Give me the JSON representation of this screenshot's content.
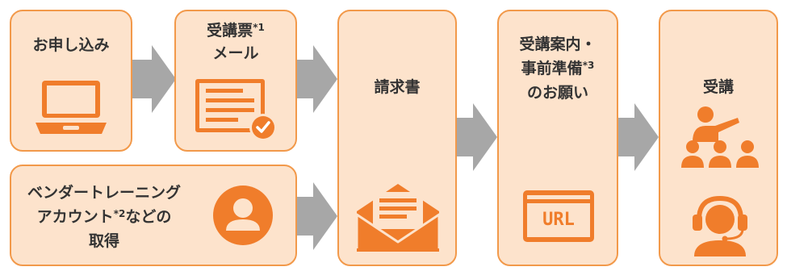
{
  "flow": {
    "step_apply": {
      "label": "お申し込み"
    },
    "step_mail": {
      "label": "受講票",
      "note": "*1",
      "label2": "メール"
    },
    "step_account": {
      "line1": "ベンダートレーニング",
      "line2_pre": "アカウント",
      "note": "*2",
      "line2_post": "などの",
      "line3": "取得"
    },
    "step_invoice": {
      "label": "請求書"
    },
    "step_guide": {
      "line1": "受講案内・",
      "line2_pre": "事前準備",
      "note": "*3",
      "line3": "のお願い",
      "url_text": "URL"
    },
    "step_attend": {
      "label": "受講"
    }
  },
  "colors": {
    "accent": "#f07d2b",
    "box_fill": "#fde3cc",
    "box_border": "#f2994a",
    "arrow": "#a7a7a7"
  },
  "icons": [
    "laptop-icon",
    "document-check-icon",
    "user-avatar-icon",
    "envelope-icon",
    "url-window-icon",
    "instructor-audience-icon",
    "headset-support-icon"
  ]
}
